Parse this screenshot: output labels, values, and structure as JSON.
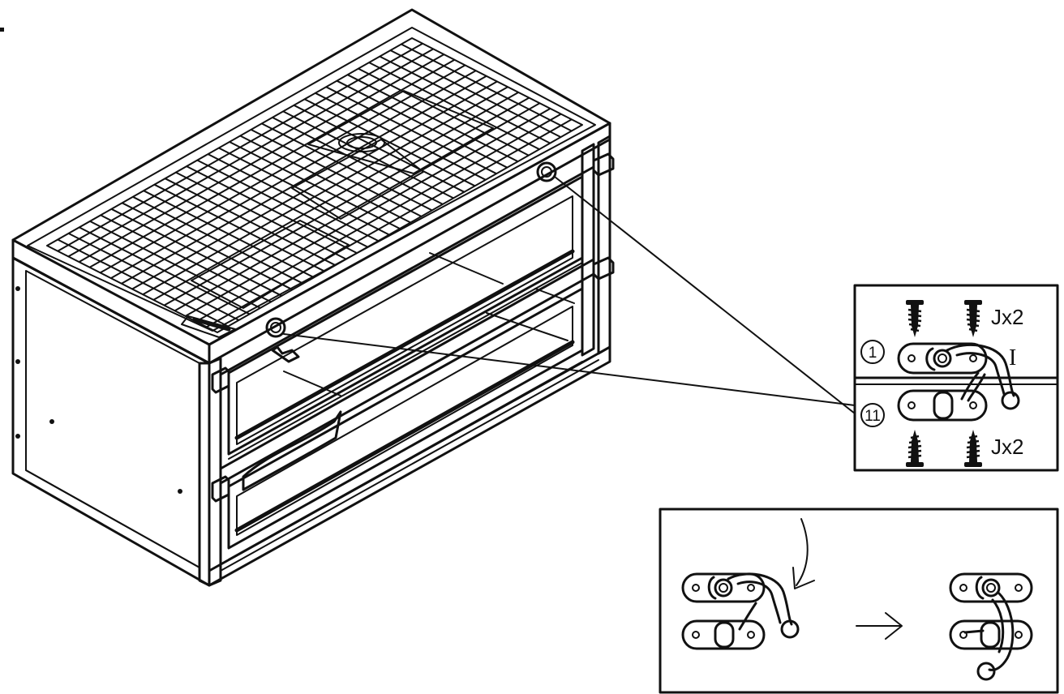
{
  "colors": {
    "ink": "#111111",
    "paper": "#ffffff"
  },
  "callout": {
    "step_upper": "1",
    "step_lower": "11",
    "part_label": "I",
    "screw_qty_top": "Jx2",
    "screw_qty_bottom": "Jx2"
  },
  "icons": {
    "screw": "screw-icon",
    "arrow": "arrow-right-icon",
    "rotate": "curved-arrow-icon",
    "latch": "hasp-latch-icon"
  }
}
